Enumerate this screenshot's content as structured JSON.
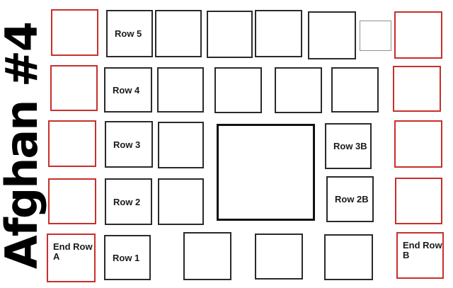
{
  "title": "Afghan #4",
  "colors": {
    "red_border": "#c7302b",
    "black_border": "#2a2a2a",
    "gray_border": "#909090",
    "big_square_border": "#121212",
    "label_text": "#1a1a1a",
    "title_text": "#000000",
    "background": "#ffffff"
  },
  "squares": [
    {
      "border": "red",
      "label": ""
    },
    {
      "border": "black",
      "label": "Row 5"
    },
    {
      "border": "black",
      "label": ""
    },
    {
      "border": "black",
      "label": ""
    },
    {
      "border": "black",
      "label": ""
    },
    {
      "border": "black",
      "label": ""
    },
    {
      "border": "gray",
      "label": ""
    },
    {
      "border": "red",
      "label": ""
    },
    {
      "border": "red",
      "label": ""
    },
    {
      "border": "black",
      "label": "Row 4"
    },
    {
      "border": "black",
      "label": ""
    },
    {
      "border": "black",
      "label": ""
    },
    {
      "border": "black",
      "label": ""
    },
    {
      "border": "black",
      "label": ""
    },
    {
      "border": "red",
      "label": ""
    },
    {
      "border": "red",
      "label": ""
    },
    {
      "border": "black",
      "label": "Row 3"
    },
    {
      "border": "black",
      "label": ""
    },
    {
      "border": "black-big",
      "label": ""
    },
    {
      "border": "black",
      "label": "Row 3B"
    },
    {
      "border": "red",
      "label": ""
    },
    {
      "border": "red",
      "label": ""
    },
    {
      "border": "black",
      "label": "Row 2"
    },
    {
      "border": "black",
      "label": ""
    },
    {
      "border": "black",
      "label": "Row 2B"
    },
    {
      "border": "red",
      "label": ""
    },
    {
      "border": "red",
      "label": "End Row A"
    },
    {
      "border": "black",
      "label": "Row 1"
    },
    {
      "border": "black",
      "label": ""
    },
    {
      "border": "black",
      "label": ""
    },
    {
      "border": "black",
      "label": ""
    },
    {
      "border": "red",
      "label": "End Row B"
    }
  ]
}
